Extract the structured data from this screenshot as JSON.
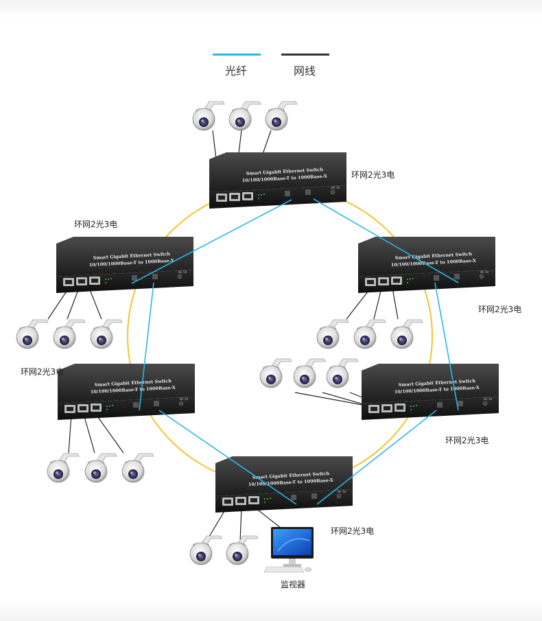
{
  "legend": {
    "fiber": {
      "label": "光纤",
      "color": "#29b6e8"
    },
    "cable": {
      "label": "网线",
      "color": "#333333"
    }
  },
  "switch_text": {
    "line1": "Smart Gigabit Ethernet Switch",
    "line2": "10/100/1000Base-T to 1000Base-X",
    "dc_label": "DC 5V"
  },
  "ring_color": "#f4c430",
  "nodes": [
    {
      "label": "环网2光3电"
    },
    {
      "label": "环网2光3电"
    },
    {
      "label": "环网2光3电"
    },
    {
      "label": "环网2光3电"
    },
    {
      "label": "环网2光3电"
    },
    {
      "label": "环网2光3电"
    }
  ],
  "monitor": {
    "label": "监视器"
  }
}
